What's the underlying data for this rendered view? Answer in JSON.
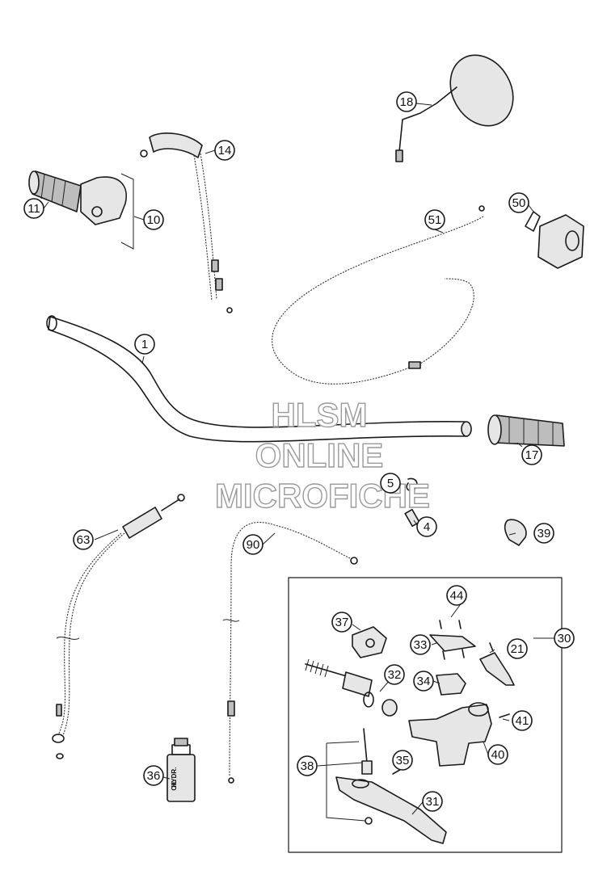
{
  "watermark": {
    "line1": "HLSM",
    "line2": "ONLINE",
    "line3": "MICROFICHE"
  },
  "callouts": [
    {
      "id": "c1",
      "label": "1"
    },
    {
      "id": "c4",
      "label": "4"
    },
    {
      "id": "c5",
      "label": "5"
    },
    {
      "id": "c10",
      "label": "10"
    },
    {
      "id": "c11",
      "label": "11"
    },
    {
      "id": "c14",
      "label": "14"
    },
    {
      "id": "c17",
      "label": "17"
    },
    {
      "id": "c18",
      "label": "18"
    },
    {
      "id": "c21",
      "label": "21"
    },
    {
      "id": "c30",
      "label": "30"
    },
    {
      "id": "c31",
      "label": "31"
    },
    {
      "id": "c32",
      "label": "32"
    },
    {
      "id": "c33",
      "label": "33"
    },
    {
      "id": "c34",
      "label": "34"
    },
    {
      "id": "c35",
      "label": "35"
    },
    {
      "id": "c36",
      "label": "36"
    },
    {
      "id": "c37",
      "label": "37"
    },
    {
      "id": "c38",
      "label": "38"
    },
    {
      "id": "c39",
      "label": "39"
    },
    {
      "id": "c40",
      "label": "40"
    },
    {
      "id": "c41",
      "label": "41"
    },
    {
      "id": "c44",
      "label": "44"
    },
    {
      "id": "c50",
      "label": "50"
    },
    {
      "id": "c51",
      "label": "51"
    },
    {
      "id": "c63",
      "label": "63"
    },
    {
      "id": "c90",
      "label": "90"
    }
  ],
  "bottle_text": {
    "line1": "HYDR.",
    "line2": "OIL"
  }
}
